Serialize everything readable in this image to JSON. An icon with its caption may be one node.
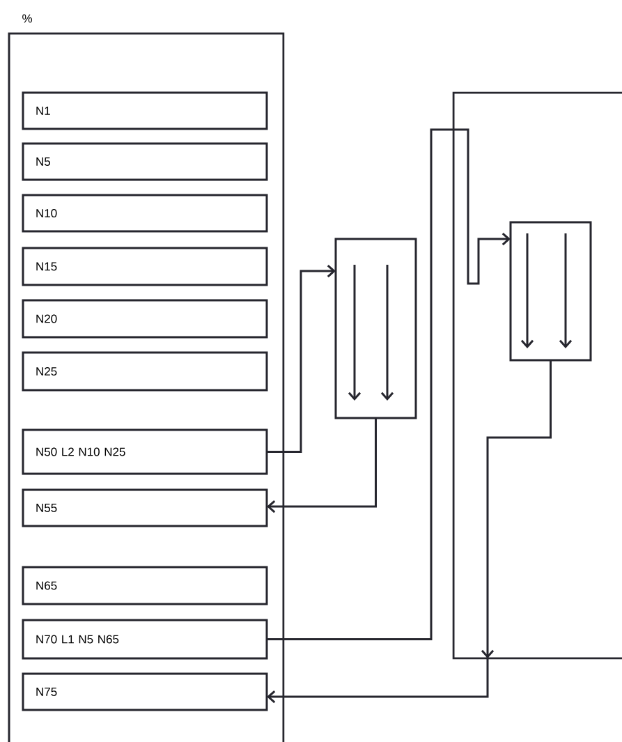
{
  "diagram": {
    "nodes": [
      {
        "text": [
          "%"
        ]
      },
      {
        "text": [
          "N1"
        ],
        "in": 0
      },
      {
        "text": [
          "N5"
        ],
        "in": 0
      },
      {
        "text": [
          "N10"
        ],
        "in": 0
      },
      {
        "text": [
          "N15"
        ],
        "in": 0
      },
      {
        "text": [
          "N20"
        ],
        "in": 0
      },
      {
        "text": [
          "N25"
        ],
        "in": 0
      },
      {
        "text": [
          "N50 L2 N10 N25"
        ],
        "in": 0
      },
      {
        "text": [
          "N55"
        ],
        "in": 0
      },
      {
        "text": [
          "N65"
        ],
        "in": 0
      },
      {
        "text": [
          "N70 L1 N5 N65"
        ],
        "in": 0
      },
      {
        "text": [
          "N75"
        ],
        "in": 0
      },
      {
        "text": [],
        "shape": "box"
      },
      {
        "text": [],
        "shape": "box",
        "in": 12
      },
      {
        "text": [],
        "shape": "box"
      }
    ],
    "edges": [
      {
        "from": 7,
        "to": 14,
        "arrow": "to"
      },
      {
        "from": 14,
        "to": 8,
        "arrow": "to"
      },
      {
        "from": 10,
        "to": 13,
        "arrow": "to"
      },
      {
        "from": 13,
        "to": 11,
        "arrow": "to"
      }
    ]
  }
}
